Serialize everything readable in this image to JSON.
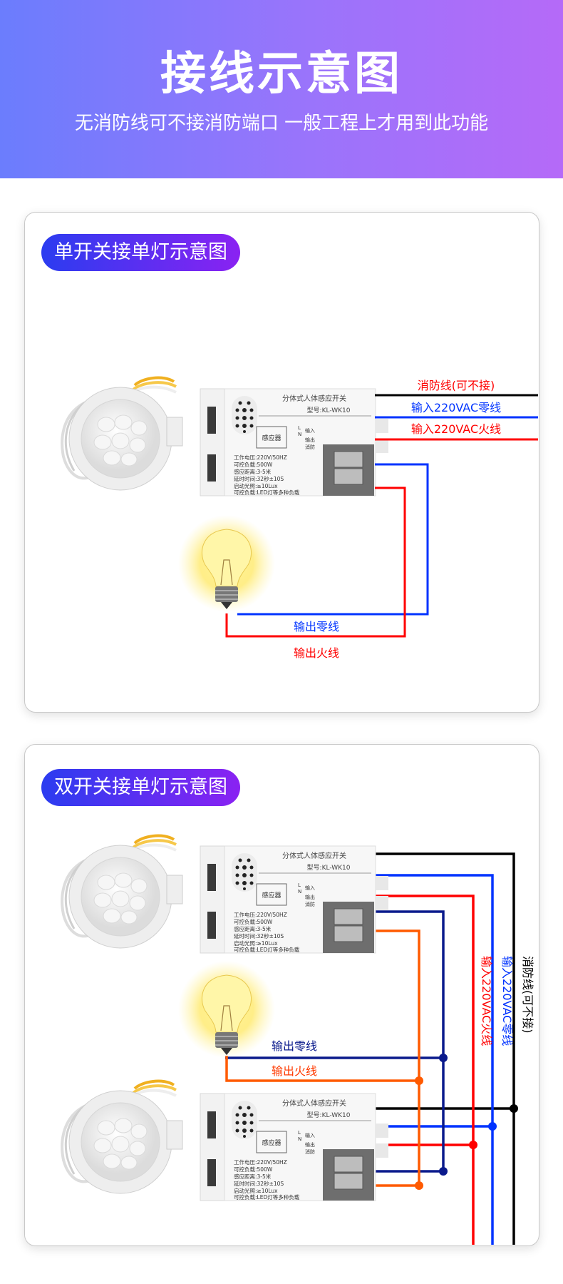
{
  "header": {
    "title": "接线示意图",
    "subtitle": "无消防线可不接消防端口 一般工程上才用到此功能"
  },
  "section1": {
    "heading": "单开关接单灯示意图",
    "fire_wire": "消防线(可不接)",
    "neutral_in": "输入220VAC零线",
    "live_in": "输入220VAC火线",
    "neutral_out": "输出零线",
    "live_out": "输出火线"
  },
  "section2": {
    "heading": "双开关接单灯示意图",
    "fire_wire": "消防线(可不接)",
    "neutral_in": "输入220VAC零线",
    "live_in": "输入220VAC火线",
    "neutral_out": "输出零线",
    "live_out": "输出火线"
  },
  "device": {
    "name": "分体式人体感应开关",
    "model": "型号:KL-WK10",
    "sensor_box": "感应器",
    "term_L": "L",
    "term_N": "N",
    "lbl_in": "输入",
    "lbl_out": "输出",
    "lbl_fire": "消防",
    "specs": [
      "工作电压:220V/50HZ",
      "可控负载:500W",
      "感应距离:3-5米",
      "延时时间:32秒±10S",
      "启动光照:≥10Lux",
      "可控负载:LED灯等多种负载"
    ]
  },
  "colors": {
    "fire": "#000000",
    "neutral": "#0033ff",
    "live": "#ff0000",
    "neutral_out": "#0a1a8c",
    "live_out": "#ff5a00"
  }
}
